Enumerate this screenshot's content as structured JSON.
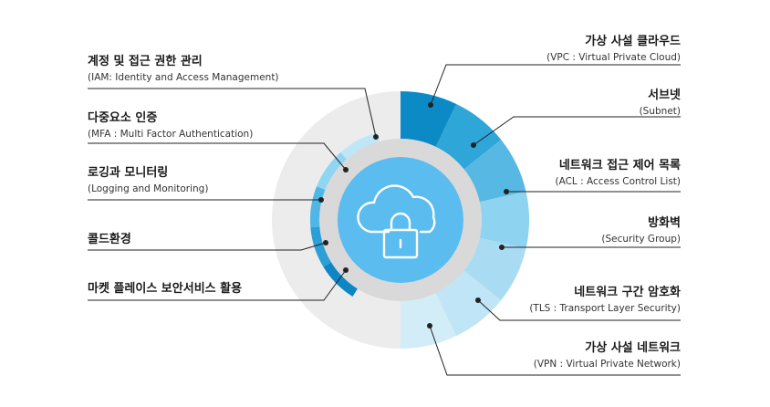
{
  "left_items": [
    {
      "title": "계정 및 접근 권한 관리",
      "subtitle": "(IAM: Identity and Access Management)"
    },
    {
      "title": "다중요소 인증",
      "subtitle": "(MFA : Multi Factor Authentication)"
    },
    {
      "title": "로깅과 모니터링",
      "subtitle": "(Logging and Monitoring)"
    },
    {
      "title": "콜드환경",
      "subtitle": ""
    },
    {
      "title": "마켓 플레이스 보안서비스 활용",
      "subtitle": ""
    }
  ],
  "right_items": [
    {
      "title": "가상 사설 클라우드",
      "subtitle": "(VPC : Virtual Private Cloud)"
    },
    {
      "title": "서브넷",
      "subtitle": "(Subnet)"
    },
    {
      "title": "네트워크 접근 제어 목록",
      "subtitle": "(ACL : Access Control List)"
    },
    {
      "title": "방화벽",
      "subtitle": "(Security Group)"
    },
    {
      "title": "네트워크 구간 암호화",
      "subtitle": "(TLS : Transport Layer Security)"
    },
    {
      "title": "가상 사설 네트워크",
      "subtitle": "(VPN : Virtual Private Network)"
    }
  ],
  "center_icon": "cloud-lock-icon",
  "colors": {
    "outer_ring_bg": "#ececec",
    "inner_track": "#d9d9d9",
    "center_fill": "#5bbcf0",
    "right_segments": [
      "#0b8ac5",
      "#2ea6d8",
      "#58b8e4",
      "#8ed3f0",
      "#a9dcf3",
      "#bfe5f6",
      "#d3edf8"
    ],
    "left_segments": [
      "#bfe6f7",
      "#8fd6f2",
      "#4fb6e6",
      "#2b9fd6",
      "#0e86c3"
    ],
    "line": "#222222"
  }
}
